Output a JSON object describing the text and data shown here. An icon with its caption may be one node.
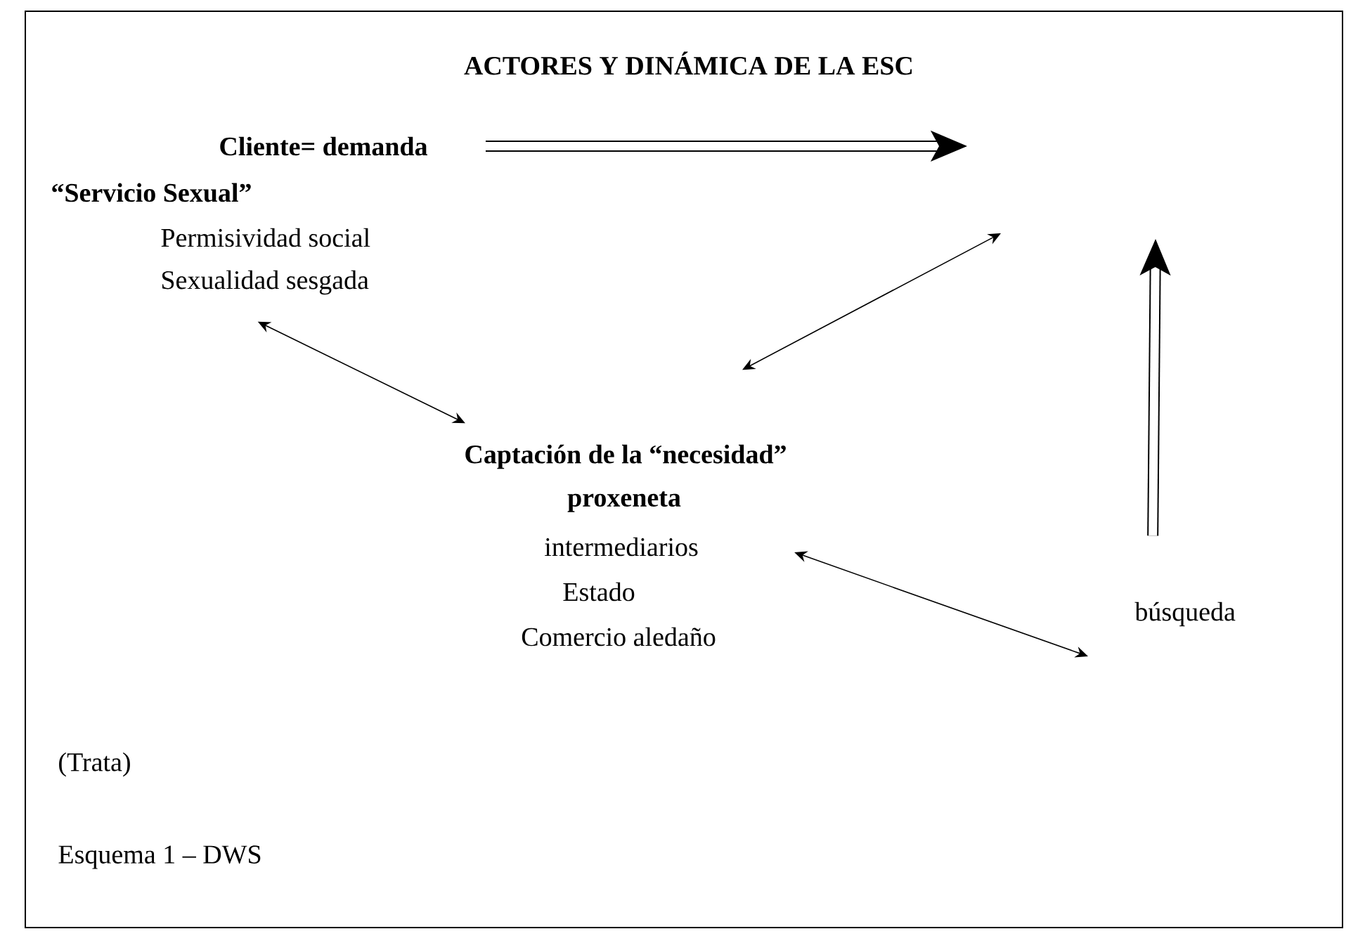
{
  "diagram": {
    "title": "ACTORES Y DINÁMICA DE LA ESC",
    "nodes": [
      {
        "text": [
          "Cliente= demanda",
          "“Servicio Sexual”",
          "Permisividad social",
          "Sexualidad sesgada"
        ]
      },
      {
        "text": [
          "Captación de la “necesidad”",
          "proxeneta",
          "intermediarios",
          "Estado",
          "Comercio aledaño"
        ]
      },
      {
        "text": [
          "búsqueda"
        ]
      }
    ],
    "edges": [
      {
        "from": 0,
        "to": null,
        "arrow": "to",
        "style": "thick"
      },
      {
        "from": 1,
        "to": null,
        "arrow": "both"
      },
      {
        "from": 0,
        "to": 1,
        "arrow": "both"
      },
      {
        "from": 1,
        "to": 2,
        "arrow": "both"
      },
      {
        "from": 2,
        "to": null,
        "arrow": "to",
        "style": "thick"
      }
    ],
    "labels": [
      "(Trata)",
      "Esquema 1 – DWS"
    ]
  }
}
